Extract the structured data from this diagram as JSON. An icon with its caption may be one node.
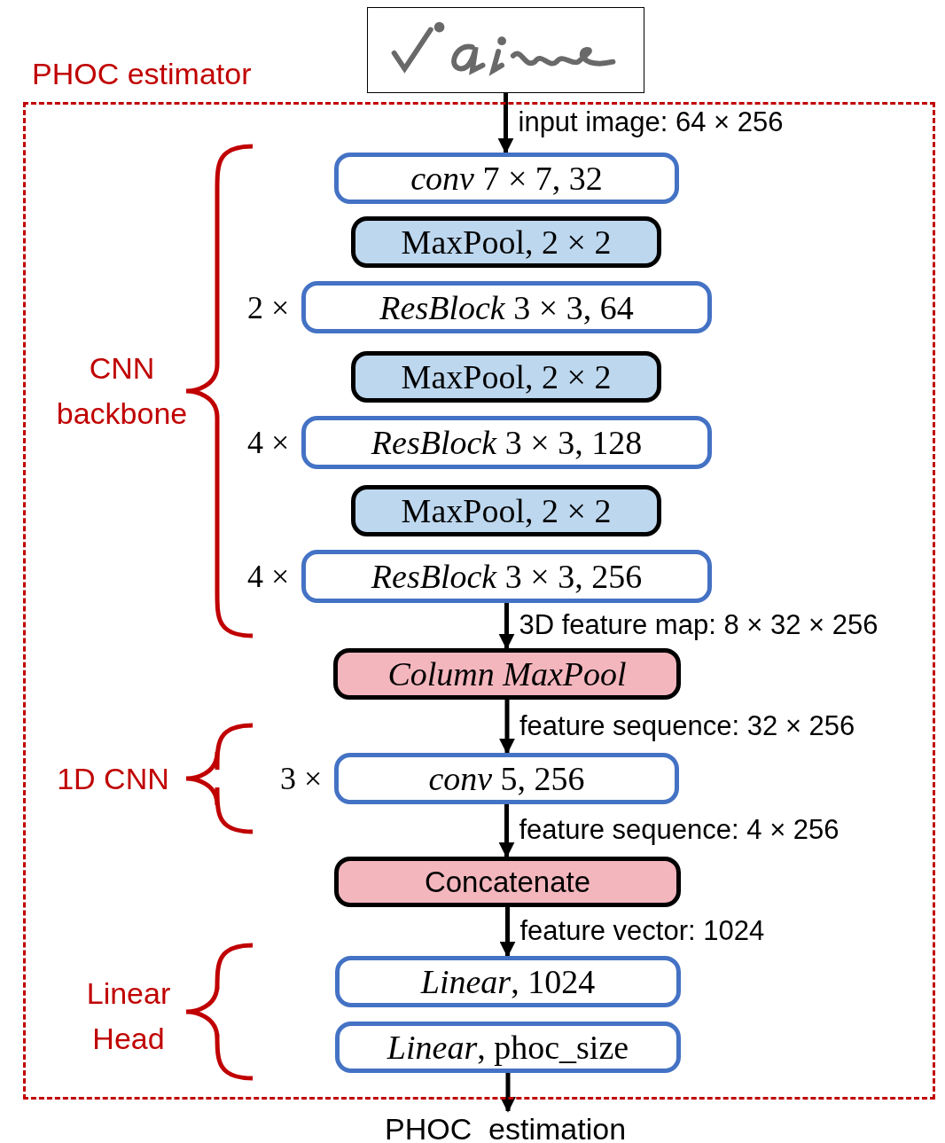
{
  "diagram": {
    "nodes": [
      {
        "text": [
          "PHOC estimator"
        ]
      },
      {
        "text": [],
        "shape": "picture"
      },
      {
        "text": [
          "*conv* 7 × 7, 32"
        ],
        "in": 0
      },
      {
        "text": [
          "MaxPool, 2 × 2"
        ],
        "in": 0
      },
      {
        "text": [
          "*ResBlock* 3 × 3, 64"
        ],
        "in": 0,
        "beside": [
          "2 ×"
        ]
      },
      {
        "text": [
          "MaxPool, 2 × 2"
        ],
        "in": 0
      },
      {
        "text": [
          "*ResBlock* 3 × 3, 128"
        ],
        "in": 0,
        "beside": [
          "4 ×"
        ]
      },
      {
        "text": [
          "MaxPool, 2 × 2"
        ],
        "in": 0
      },
      {
        "text": [
          "*ResBlock* 3 × 3, 256"
        ],
        "in": 0,
        "beside": [
          "4 ×"
        ]
      },
      {
        "text": [
          "Column MaxPool"
        ],
        "in": 0
      },
      {
        "text": [
          "*conv* 5, 256"
        ],
        "in": 0,
        "beside": [
          "3 ×"
        ]
      },
      {
        "text": [
          "Concatenate"
        ],
        "in": 0
      },
      {
        "text": [
          "*Linear*, 1024"
        ],
        "in": 0
      },
      {
        "text": [
          "*Linear*, phoc_size"
        ],
        "in": 0
      },
      {
        "text": [
          "PHOC  estimation"
        ]
      }
    ],
    "edges": [
      {
        "from": 1,
        "to": 2,
        "arrow": "to",
        "label": "input image: 64 × 256"
      },
      {
        "from": 8,
        "to": 9,
        "arrow": "to",
        "label": "3D feature map: 8 × 32 × 256"
      },
      {
        "from": 9,
        "to": 10,
        "arrow": "to",
        "label": "feature sequence: 32 × 256"
      },
      {
        "from": 10,
        "to": 11,
        "arrow": "to",
        "label": "feature sequence: 4 × 256"
      },
      {
        "from": 11,
        "to": 12,
        "arrow": "to",
        "label": "feature vector: 1024"
      },
      {
        "from": 13,
        "to": 14,
        "arrow": "to"
      }
    ],
    "labels": [
      "CNN backbone",
      "1D CNN",
      "Linear Head"
    ]
  }
}
